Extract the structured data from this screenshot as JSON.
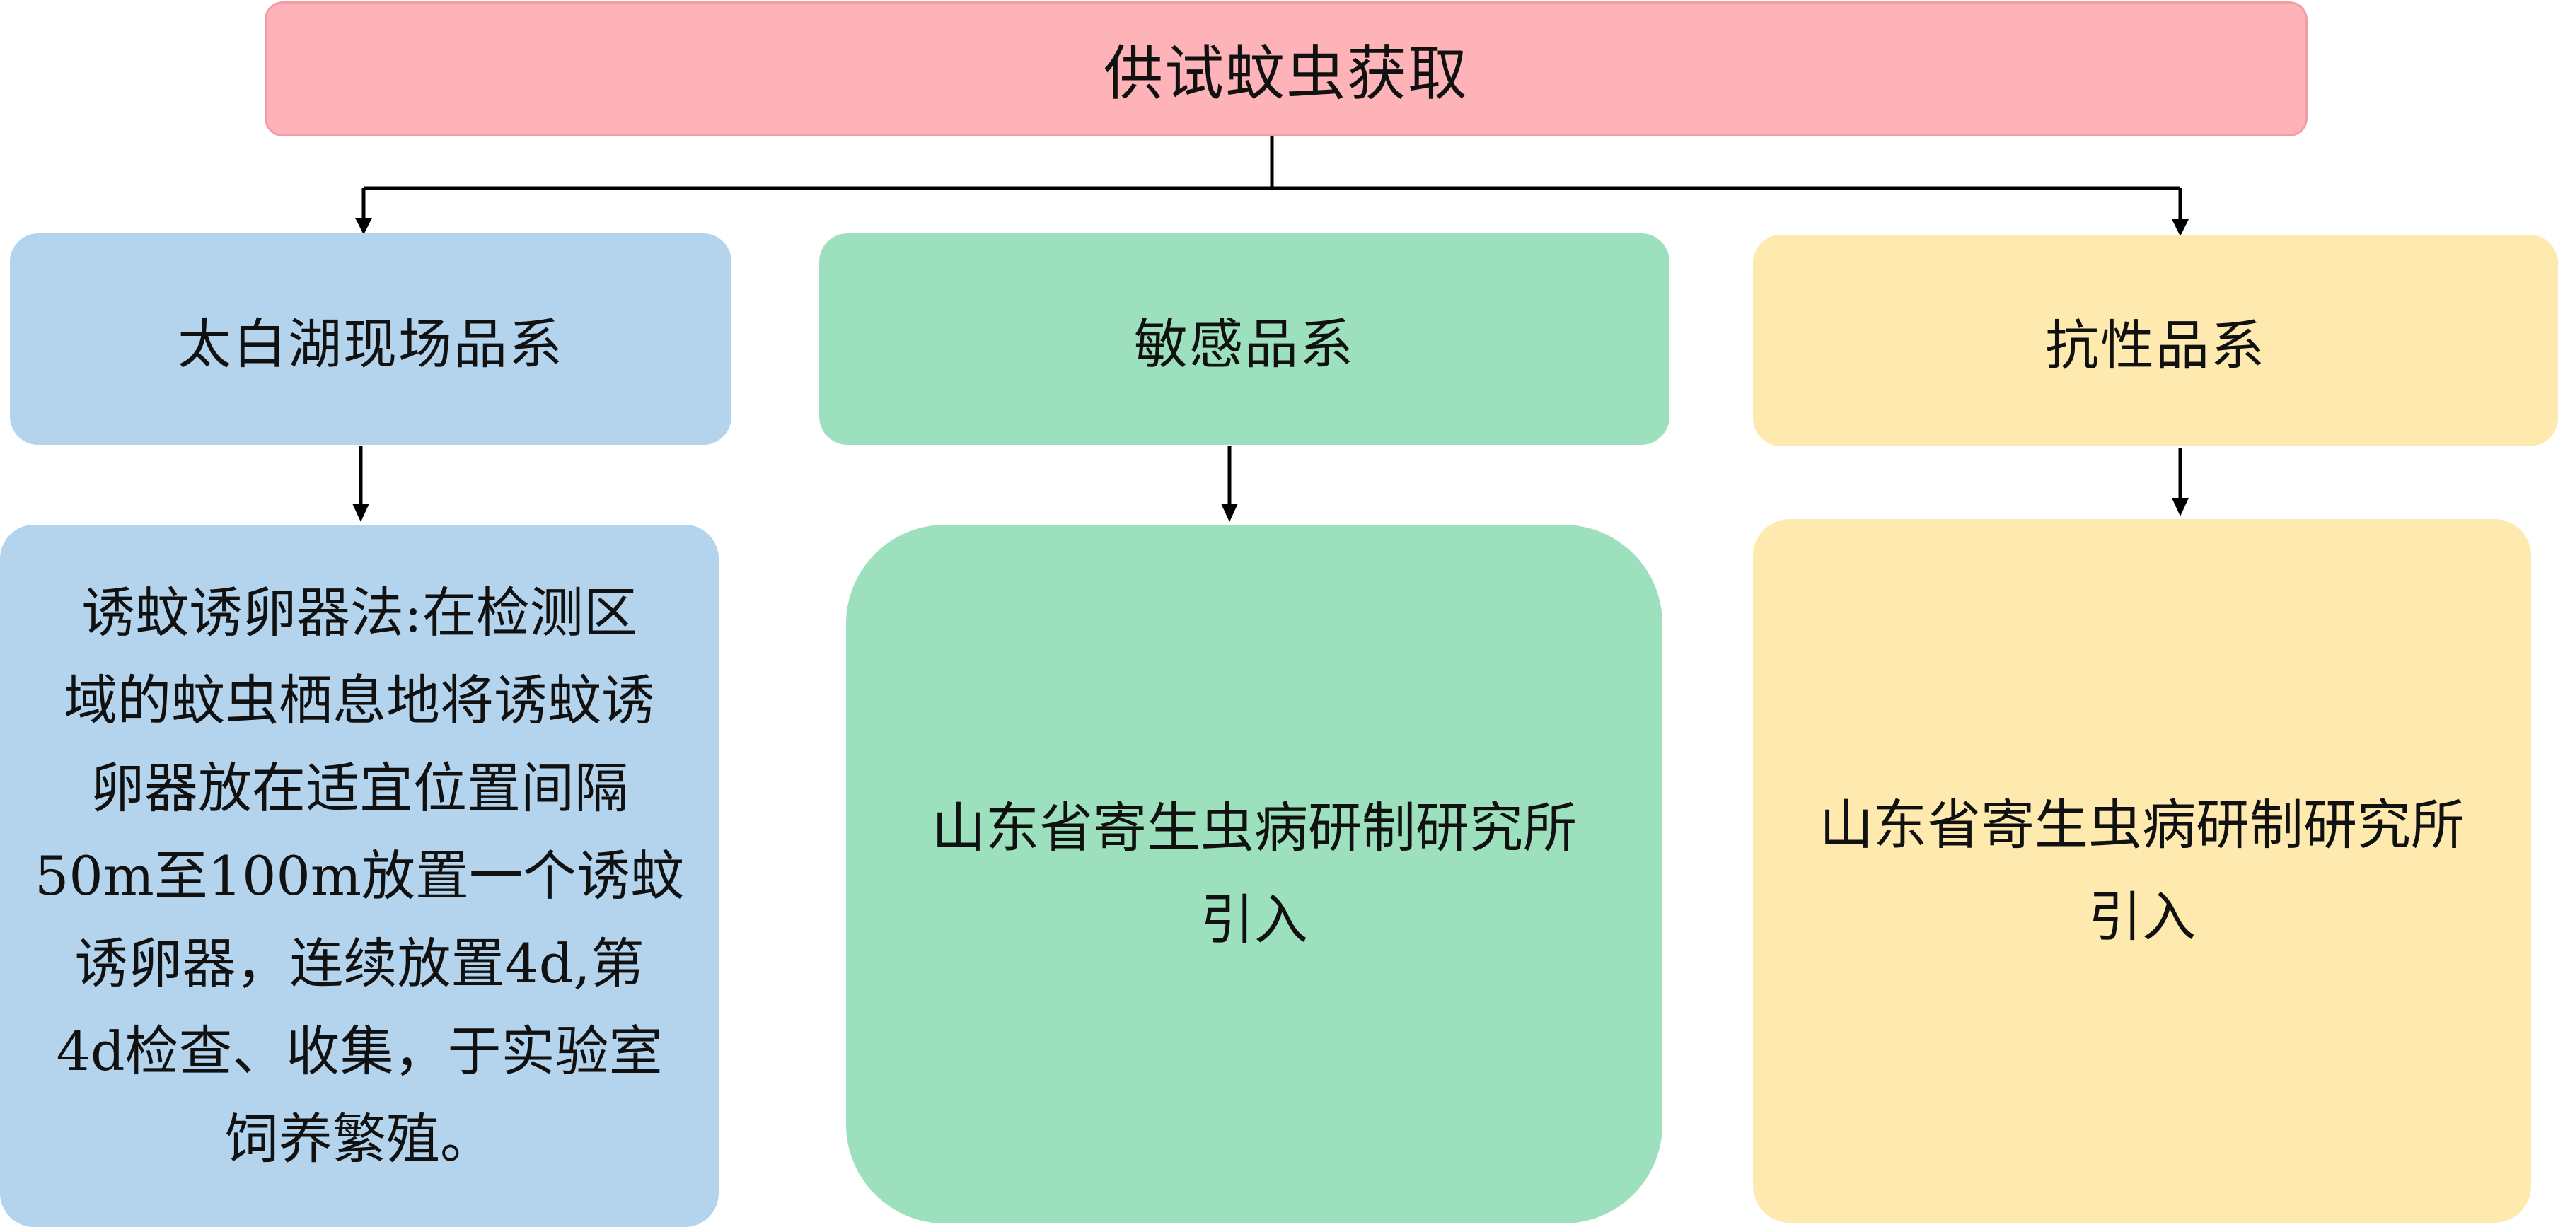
{
  "colors": {
    "title": "#FDB3B7",
    "title_border": "#F49CA4",
    "blue": "#B3D4EC",
    "green": "#9DE0BD",
    "yellow": "#FEE9AF",
    "line": "#000000"
  },
  "root": {
    "label": "供试蚊虫获取"
  },
  "categories": [
    {
      "label": "太白湖现场品系",
      "color_key": "blue",
      "detail": "诱蚊诱卵器法:在检测区\n域的蚊虫栖息地将诱蚊诱\n卵器放在适宜位置间隔\n50m至100m放置一个诱蚊\n诱卵器，连续放置4d,第\n4d检查、收集，于实验室\n饲养繁殖。"
    },
    {
      "label": "敏感品系",
      "color_key": "green",
      "detail": "山东省寄生虫病研制研究所\n引入"
    },
    {
      "label": "抗性品系",
      "color_key": "yellow",
      "detail": "山东省寄生虫病研制研究所\n引入"
    }
  ]
}
